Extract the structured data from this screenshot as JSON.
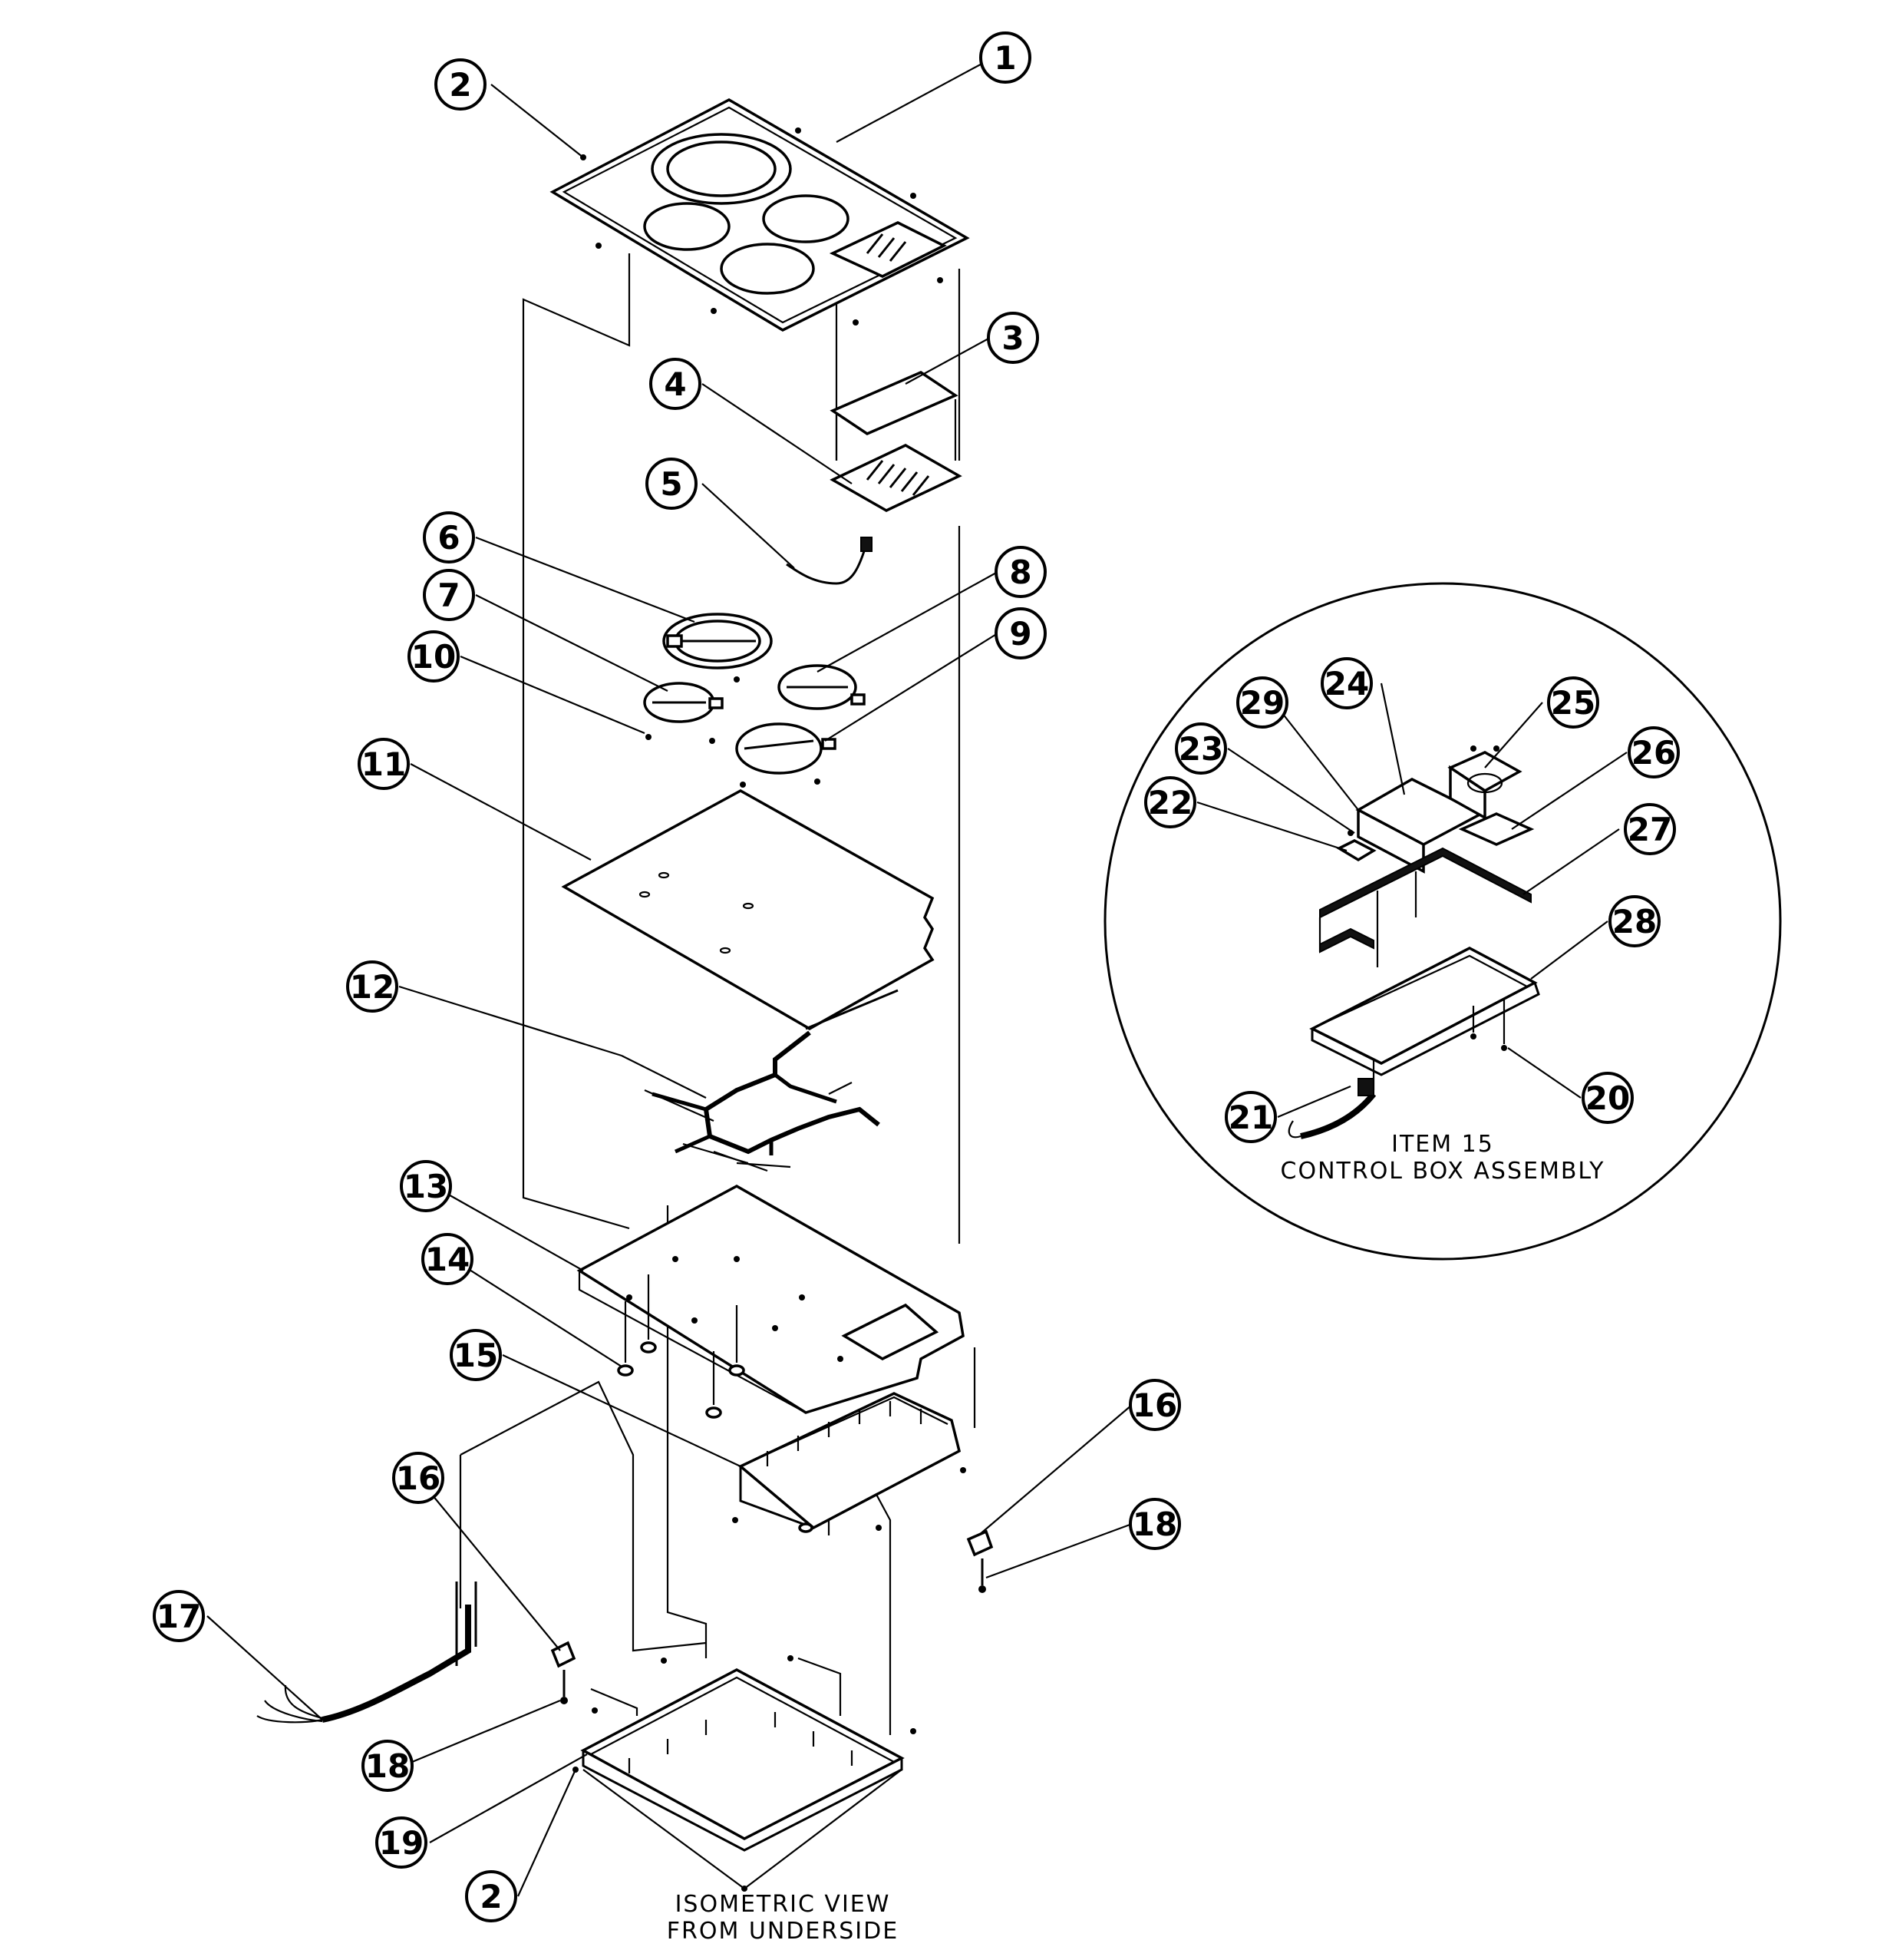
{
  "callouts": [
    {
      "id": "1",
      "label": "1"
    },
    {
      "id": "2a",
      "label": "2"
    },
    {
      "id": "3",
      "label": "3"
    },
    {
      "id": "4",
      "label": "4"
    },
    {
      "id": "5",
      "label": "5"
    },
    {
      "id": "6",
      "label": "6"
    },
    {
      "id": "7",
      "label": "7"
    },
    {
      "id": "8",
      "label": "8"
    },
    {
      "id": "9",
      "label": "9"
    },
    {
      "id": "10",
      "label": "10"
    },
    {
      "id": "11",
      "label": "11"
    },
    {
      "id": "12",
      "label": "12"
    },
    {
      "id": "13",
      "label": "13"
    },
    {
      "id": "14",
      "label": "14"
    },
    {
      "id": "15",
      "label": "15"
    },
    {
      "id": "16a",
      "label": "16"
    },
    {
      "id": "16b",
      "label": "16"
    },
    {
      "id": "17",
      "label": "17"
    },
    {
      "id": "18a",
      "label": "18"
    },
    {
      "id": "18b",
      "label": "18"
    },
    {
      "id": "19",
      "label": "19"
    },
    {
      "id": "2b",
      "label": "2"
    },
    {
      "id": "20",
      "label": "20"
    },
    {
      "id": "21",
      "label": "21"
    },
    {
      "id": "22",
      "label": "22"
    },
    {
      "id": "23",
      "label": "23"
    },
    {
      "id": "24",
      "label": "24"
    },
    {
      "id": "25",
      "label": "25"
    },
    {
      "id": "26",
      "label": "26"
    },
    {
      "id": "27",
      "label": "27"
    },
    {
      "id": "28",
      "label": "28"
    },
    {
      "id": "29",
      "label": "29"
    }
  ],
  "detail": {
    "caption_line1": "ITEM 15",
    "caption_line2": "CONTROL BOX ASSEMBLY"
  },
  "main_caption": {
    "line1": "ISOMETRIC VIEW",
    "line2": "FROM UNDERSIDE"
  }
}
